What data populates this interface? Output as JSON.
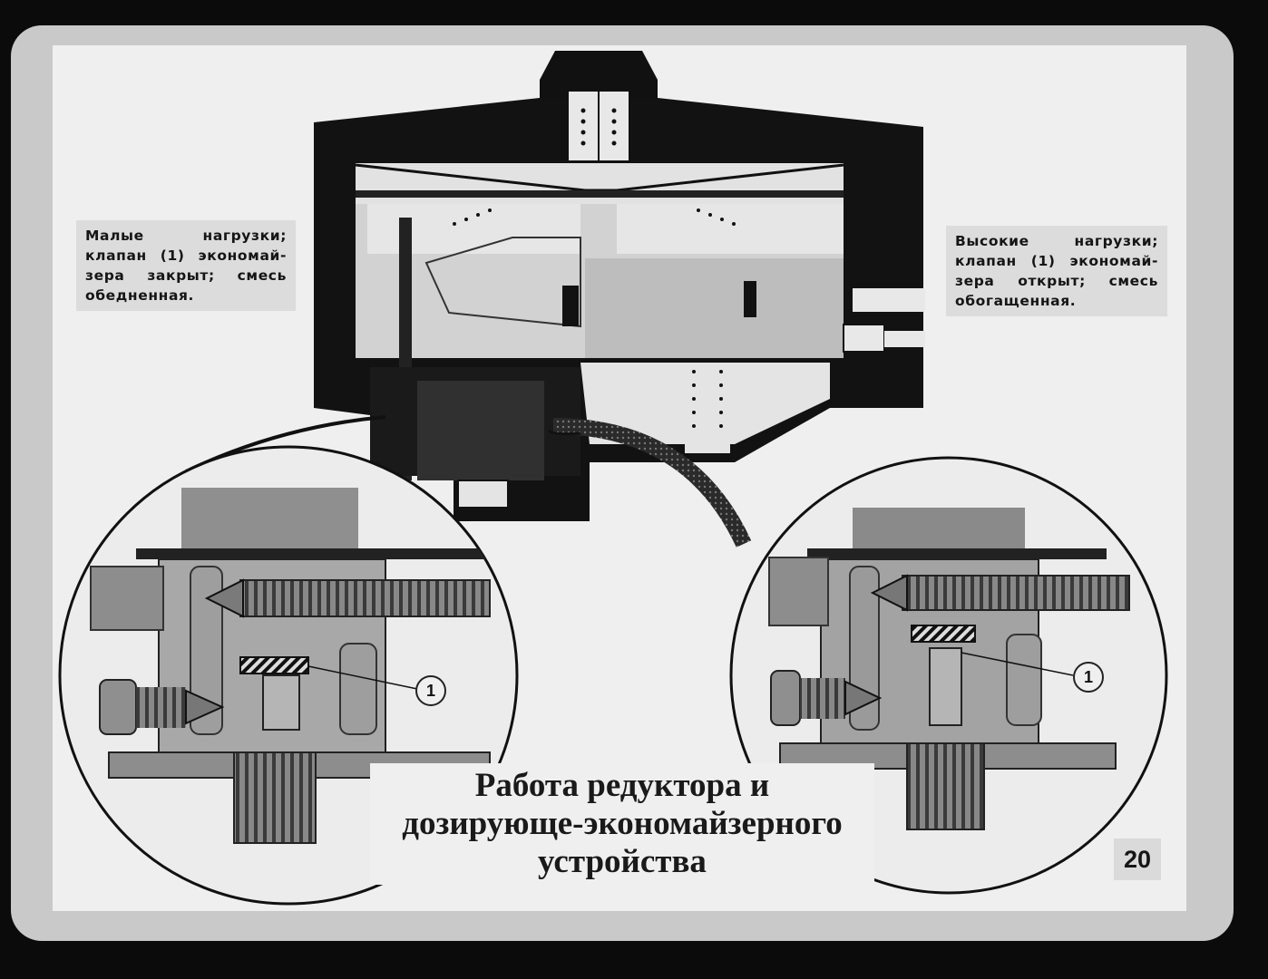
{
  "caption_left": {
    "lines": [
      "Малые нагрузки;",
      "клапан (1) экономай-",
      "зера закрыт; смесь",
      "обедненная."
    ]
  },
  "caption_right": {
    "lines": [
      "Высокие нагрузки;",
      "клапан (1) экономай-",
      "зера открыт; смесь",
      "обогащенная."
    ]
  },
  "title": {
    "lines": [
      "Работа редуктора и",
      "дозирующе-экономайзерного",
      "устройства"
    ]
  },
  "callout_label": "1",
  "page_number": "20",
  "colors": {
    "background": "#0b0b0b",
    "frame": "#c9c9c9",
    "panel": "#efefef",
    "ink": "#111111",
    "metal": "#9a9a9a"
  }
}
